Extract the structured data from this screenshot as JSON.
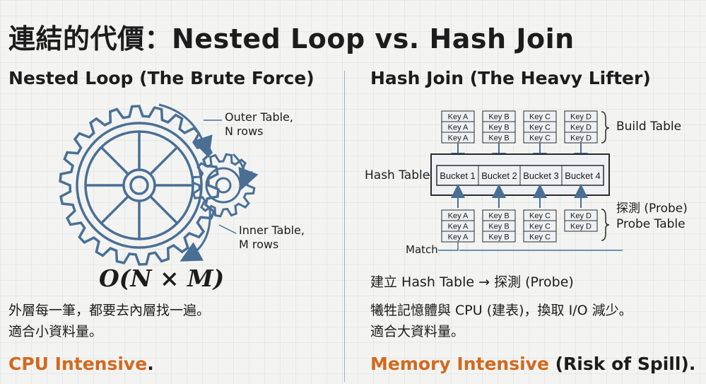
{
  "title": "連結的代價：Nested Loop vs. Hash Join",
  "left": {
    "heading": "Nested Loop (The Brute Force)",
    "outer_label_1": "Outer Table,",
    "outer_label_2": "N rows",
    "inner_label_1": "Inner Table,",
    "inner_label_2": "M rows",
    "complexity": "O(N × M)",
    "desc_1": "外層每一筆，都要去內層找一遍。",
    "desc_2": "適合小資料量。",
    "tag_orange": "CPU Intensive",
    "tag_rest": "."
  },
  "right": {
    "heading": "Hash Join (The Heavy Lifter)",
    "build_label": "Build Table",
    "hash_table_label": "Hash Table",
    "probe_action_label": "探測 (Probe)",
    "probe_table_label": "Probe Table",
    "match_label": "Match",
    "build_columns": [
      [
        "Key A",
        "Key A",
        "Key A"
      ],
      [
        "Key B",
        "Key B",
        "Key B"
      ],
      [
        "Key C",
        "Key C",
        "Key C"
      ],
      [
        "Key D",
        "Key D",
        "Key D"
      ]
    ],
    "buckets": [
      "Bucket 1",
      "Bucket 2",
      "Bucket 3",
      "Bucket 4"
    ],
    "probe_columns": [
      [
        "Key A",
        "Key A",
        "Key A"
      ],
      [
        "Key B",
        "Key B",
        "Key B"
      ],
      [
        "Key C",
        "Key C",
        "Key C"
      ],
      [
        "Key D",
        "Key D"
      ]
    ],
    "desc_1": "建立 Hash Table → 探測 (Probe)",
    "desc_2": "犧牲記憶體與 CPU (建表)，換取 I/O 減少。",
    "desc_3": "適合大資料量。",
    "tag_orange": "Memory Intensive",
    "tag_rest": " (Risk of Spill)."
  },
  "colors": {
    "accent_blue": "#4a6f95",
    "orange": "#d2691e",
    "divider": "#9fb0c6"
  },
  "icons": [
    "large-gear-icon",
    "small-gear-icon",
    "curved-arrow-icon"
  ]
}
